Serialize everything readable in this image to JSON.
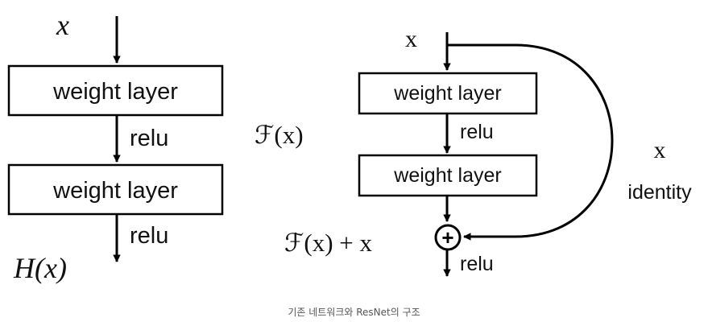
{
  "plain": {
    "input": "x",
    "layer1": "weight layer",
    "act1": "relu",
    "layer2": "weight layer",
    "act2": "relu",
    "output": "H(x)"
  },
  "residual": {
    "input": "x",
    "layer1": "weight layer",
    "act1": "relu",
    "layer2": "weight layer",
    "fx": "ℱ(x)",
    "sum": "ℱ(x) + x",
    "plus": "+",
    "act_out": "relu",
    "shortcut_var": "x",
    "shortcut_label": "identity"
  },
  "caption": "기존 네트워크와 ResNet의 구조",
  "colors": {
    "stroke": "#000000",
    "text": "#111111",
    "caption": "#555555"
  }
}
